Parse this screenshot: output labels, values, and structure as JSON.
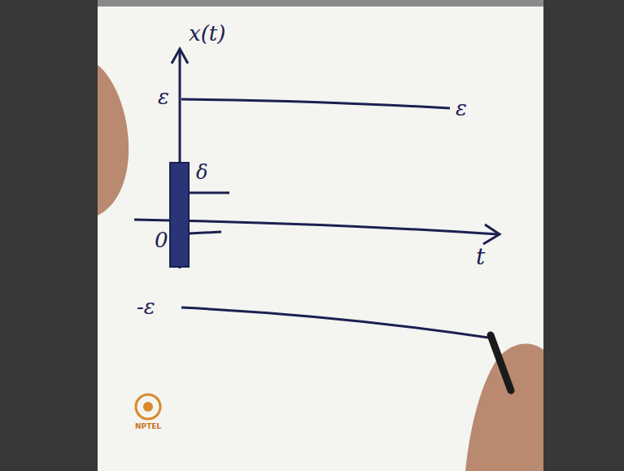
{
  "diagram": {
    "labels": [
      "x(t)",
      "ε",
      "ε",
      "δ",
      "0",
      "t",
      "-ε",
      "NPTEL"
    ]
  }
}
